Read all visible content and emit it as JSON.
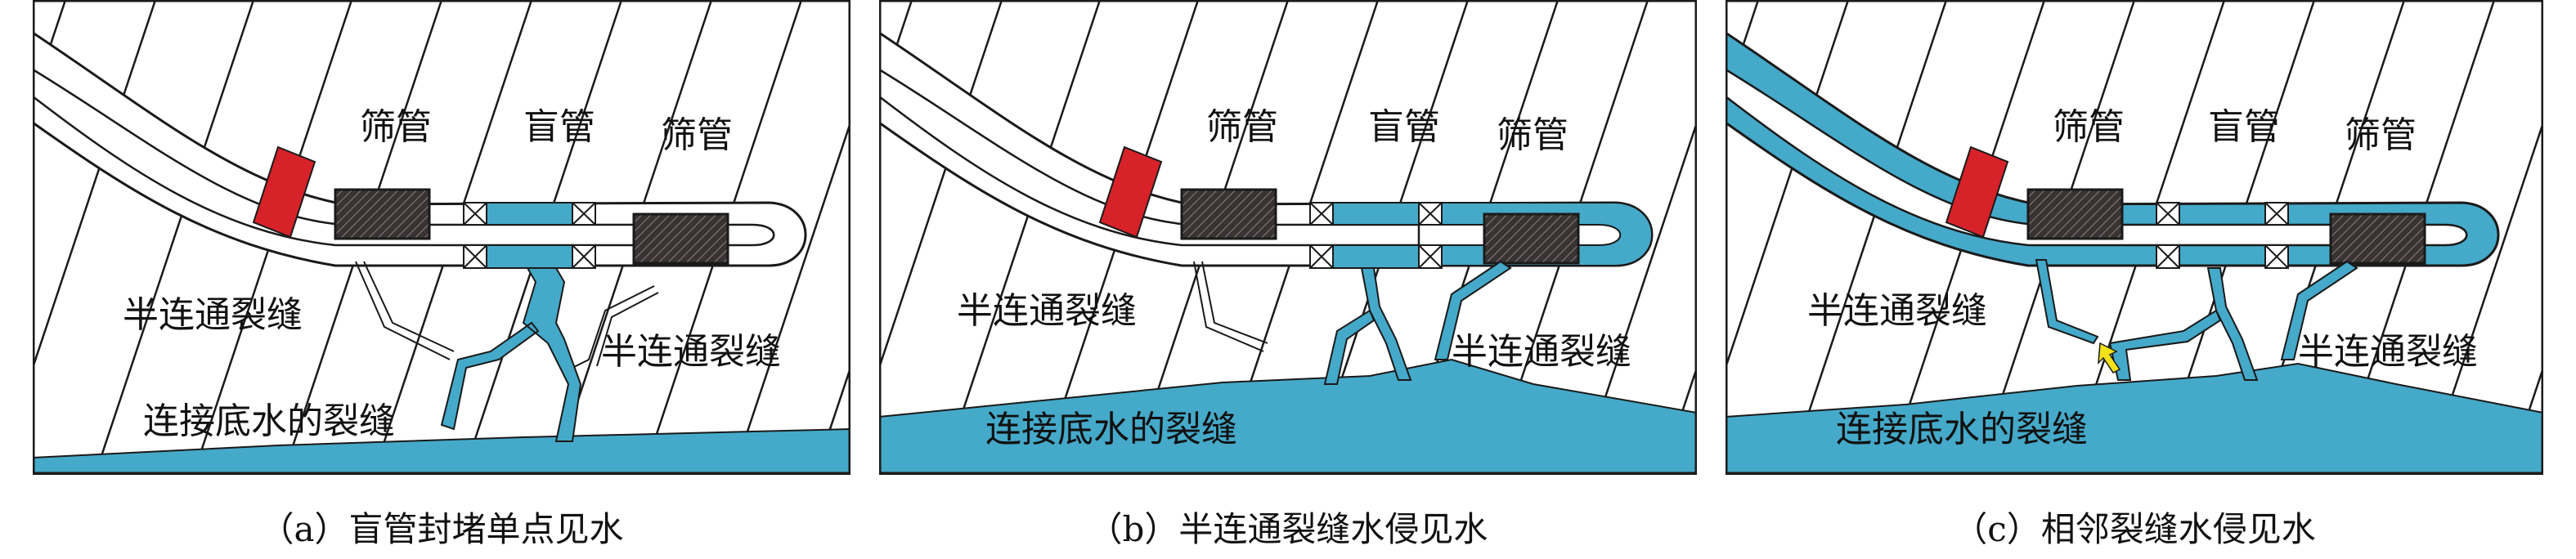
{
  "colors": {
    "water": "#45a9c9",
    "seal": "#d7222a",
    "packer": "#3a3333",
    "line": "#1a1a1a"
  },
  "panels": [
    {
      "caption": "（a）盲管封堵单点见水",
      "labels": {
        "screen_left": "筛管",
        "blank": "盲管",
        "screen_right": "筛管",
        "semi_left": "半连通裂缝",
        "semi_right": "半连通裂缝",
        "bottom": "连接底水的裂缝"
      }
    },
    {
      "caption": "（b）半连通裂缝水侵见水",
      "labels": {
        "screen_left": "筛管",
        "blank": "盲管",
        "screen_right": "筛管",
        "semi_left": "半连通裂缝",
        "semi_right": "半连通裂缝",
        "bottom": "连接底水的裂缝"
      }
    },
    {
      "caption": "（c）相邻裂缝水侵见水",
      "labels": {
        "screen_left": "筛管",
        "blank": "盲管",
        "screen_right": "筛管",
        "semi_left": "半连通裂缝",
        "semi_right": "半连通裂缝",
        "bottom": "连接底水的裂缝"
      }
    }
  ]
}
